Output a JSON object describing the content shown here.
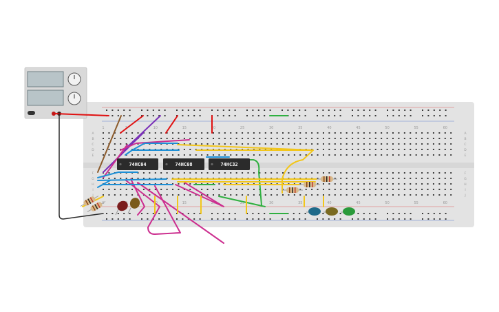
{
  "colors": {
    "breadboard": "#e3e3e3",
    "hole": "#3a3a3a",
    "rail_red": "#e06060",
    "rail_blue": "#6080d0",
    "chip_body": "#2b2b2b",
    "psu_body": "#d9d9d9",
    "psu_display": "#b8c4c8",
    "wire_red": "#e01010",
    "wire_yellow": "#f2c61a",
    "wire_blue": "#1c8fd6",
    "wire_purple": "#7a30b8",
    "wire_magenta": "#cc2e8f",
    "wire_green": "#2fb040",
    "wire_brown": "#8b5a2b",
    "wire_black": "#2a2a2a",
    "led_red": "#7a1d1d",
    "led_brown": "#7a5a1a",
    "led_blue": "#1f6a8a",
    "led_olive": "#7a6a20",
    "led_green": "#2a9a3a",
    "resistor_body": "#d8b98a"
  },
  "power_supply": {
    "label_top_display": "",
    "label_bottom_display": "",
    "knob_icons": [
      "voltage-knob-icon",
      "current-knob-icon"
    ],
    "switch_icon": "power-switch-icon"
  },
  "breadboard": {
    "column_numbers_top": [
      "1",
      "5",
      "10",
      "15",
      "20",
      "25",
      "30",
      "35",
      "40",
      "45",
      "50",
      "55",
      "60"
    ],
    "column_numbers_bottom": [
      "1",
      "5",
      "10",
      "15",
      "20",
      "25",
      "30",
      "35",
      "40",
      "45",
      "50",
      "55",
      "60"
    ],
    "row_letters_top": [
      "A",
      "B",
      "C",
      "D",
      "E"
    ],
    "row_letters_bottom": [
      "F",
      "G",
      "H",
      "I",
      "J"
    ]
  },
  "chips": [
    {
      "name": "chip-74hc04",
      "label": "74HC04"
    },
    {
      "name": "chip-74hc08",
      "label": "74HC08"
    },
    {
      "name": "chip-74hc32",
      "label": "74HC32"
    }
  ]
}
